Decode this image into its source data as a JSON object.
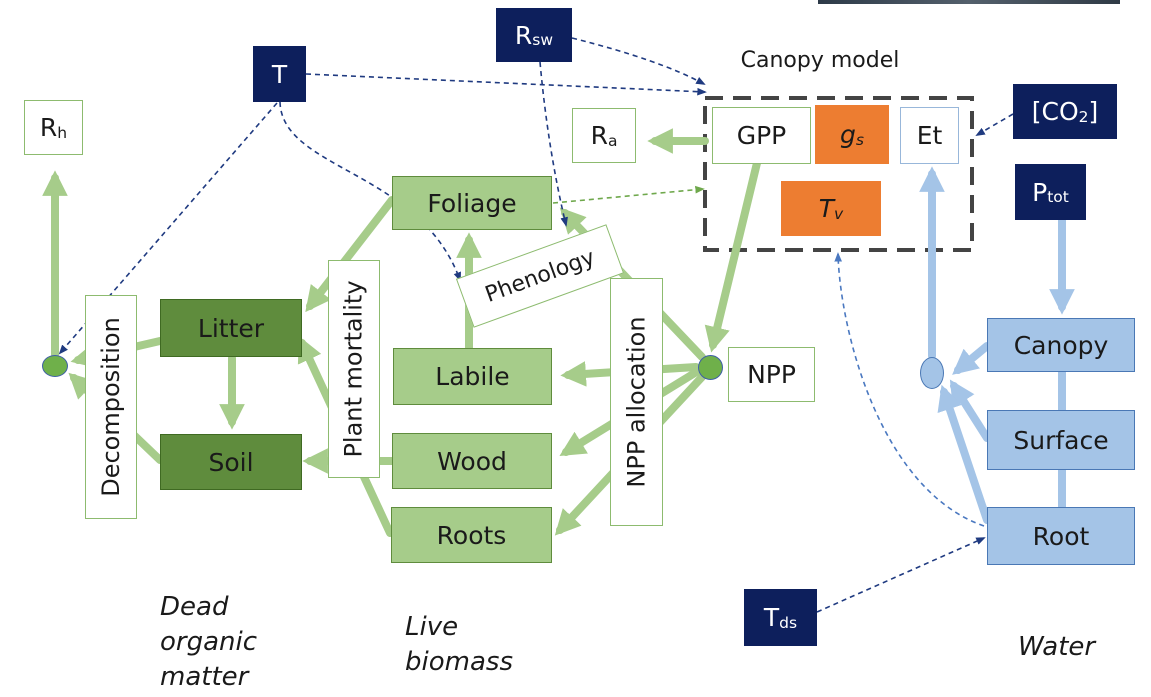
{
  "drivers": {
    "t": "T",
    "rsw_main": "R",
    "rsw_sub": "sw",
    "co2_open": "[CO",
    "co2_sub": "2",
    "co2_close": "]",
    "ptot_main": "P",
    "ptot_sub": "tot",
    "tds_main": "T",
    "tds_sub": "ds"
  },
  "fluxes": {
    "rh_main": "R",
    "rh_sub": "h",
    "ra_main": "R",
    "ra_sub": "a",
    "npp": "NPP"
  },
  "canopy_model": {
    "title": "Canopy model",
    "gpp": "GPP",
    "gs_main": "g",
    "gs_sub": "s",
    "et": "Et",
    "tv_main": "T",
    "tv_sub": "v"
  },
  "pools": {
    "foliage": "Foliage",
    "labile": "Labile",
    "wood": "Wood",
    "roots": "Roots",
    "litter": "Litter",
    "soil": "Soil"
  },
  "processes": {
    "phenology": "Phenology",
    "npp_allocation": "NPP allocation",
    "plant_mortality": "Plant mortality",
    "decomposition": "Decomposition"
  },
  "water": {
    "canopy": "Canopy",
    "surface": "Surface",
    "root": "Root"
  },
  "captions": {
    "dead_1": "Dead",
    "dead_2": "organic",
    "dead_3": "matter",
    "live_1": "Live",
    "live_2": "biomass",
    "water": "Water"
  },
  "colors": {
    "navy": "#0d1f5c",
    "light_green": "#a6cc8a",
    "dark_green": "#5f8c3d",
    "orange": "#ed7d31",
    "water_blue": "#a4c4e7"
  }
}
